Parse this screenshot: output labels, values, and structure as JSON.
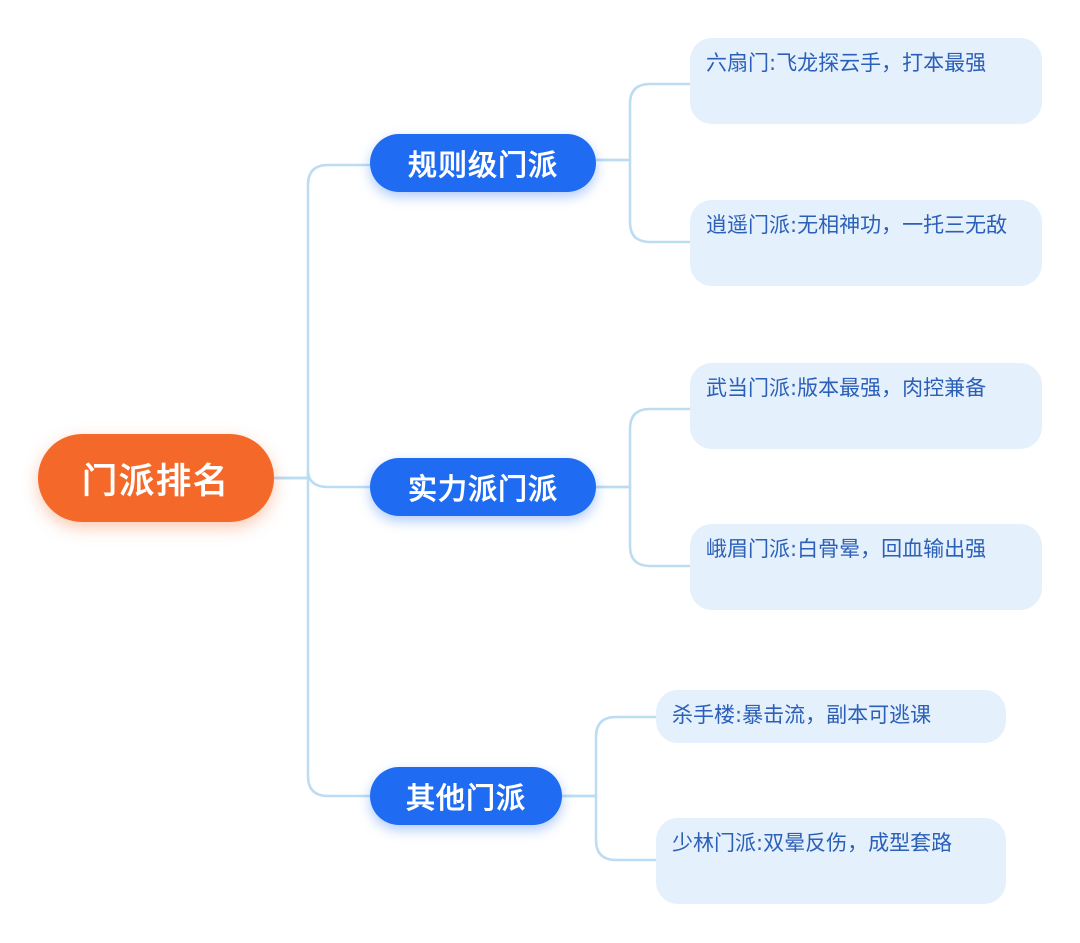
{
  "root": {
    "label": "门派排名"
  },
  "branches": [
    {
      "label": "规则级门派",
      "leaves": [
        "六扇门:飞龙探云手，打本最强",
        "逍遥门派:无相神功，一托三无敌"
      ]
    },
    {
      "label": "实力派门派",
      "leaves": [
        "武当门派:版本最强，肉控兼备",
        "峨眉门派:白骨晕，回血输出强"
      ]
    },
    {
      "label": "其他门派",
      "leaves": [
        "杀手楼:暴击流，副本可逃课",
        "少林门派:双晕反伤，成型套路"
      ]
    }
  ],
  "colors": {
    "root": "#f4692a",
    "branch": "#1f6cf2",
    "leaf_bg": "#e4f0fc",
    "leaf_text": "#2b5fb8",
    "connector": "#bcdcf3"
  }
}
